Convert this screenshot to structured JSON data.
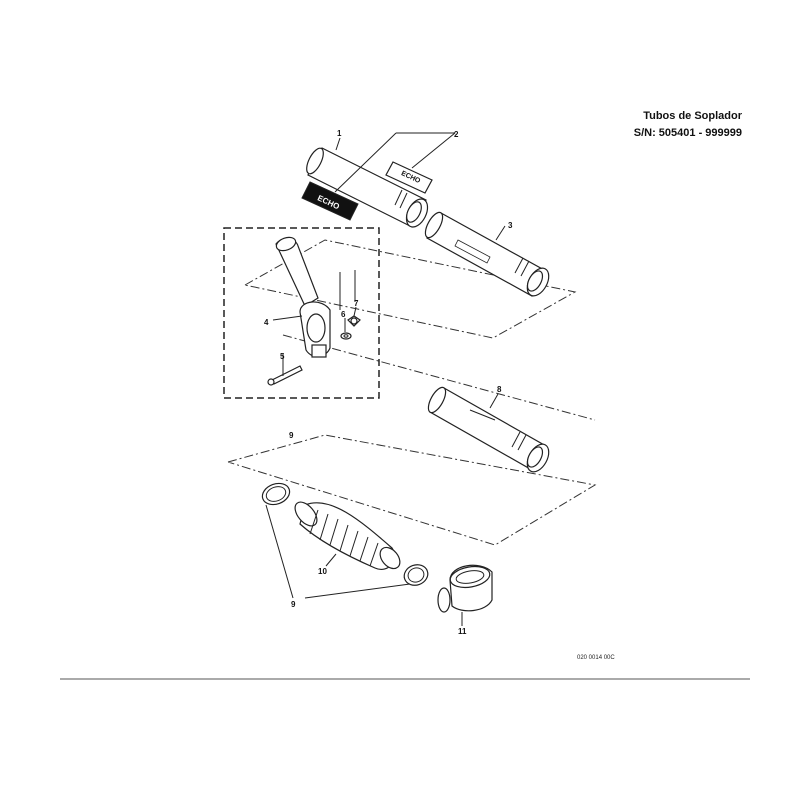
{
  "title": {
    "line1": "Tubos de Soplador",
    "line2": "S/N: 505401 - 999999"
  },
  "drawing_code": "020 0014 00C",
  "callouts": [
    "1",
    "2",
    "3",
    "4",
    "5",
    "6",
    "7",
    "8",
    "9",
    "10",
    "11"
  ],
  "label_text": "ECHO"
}
